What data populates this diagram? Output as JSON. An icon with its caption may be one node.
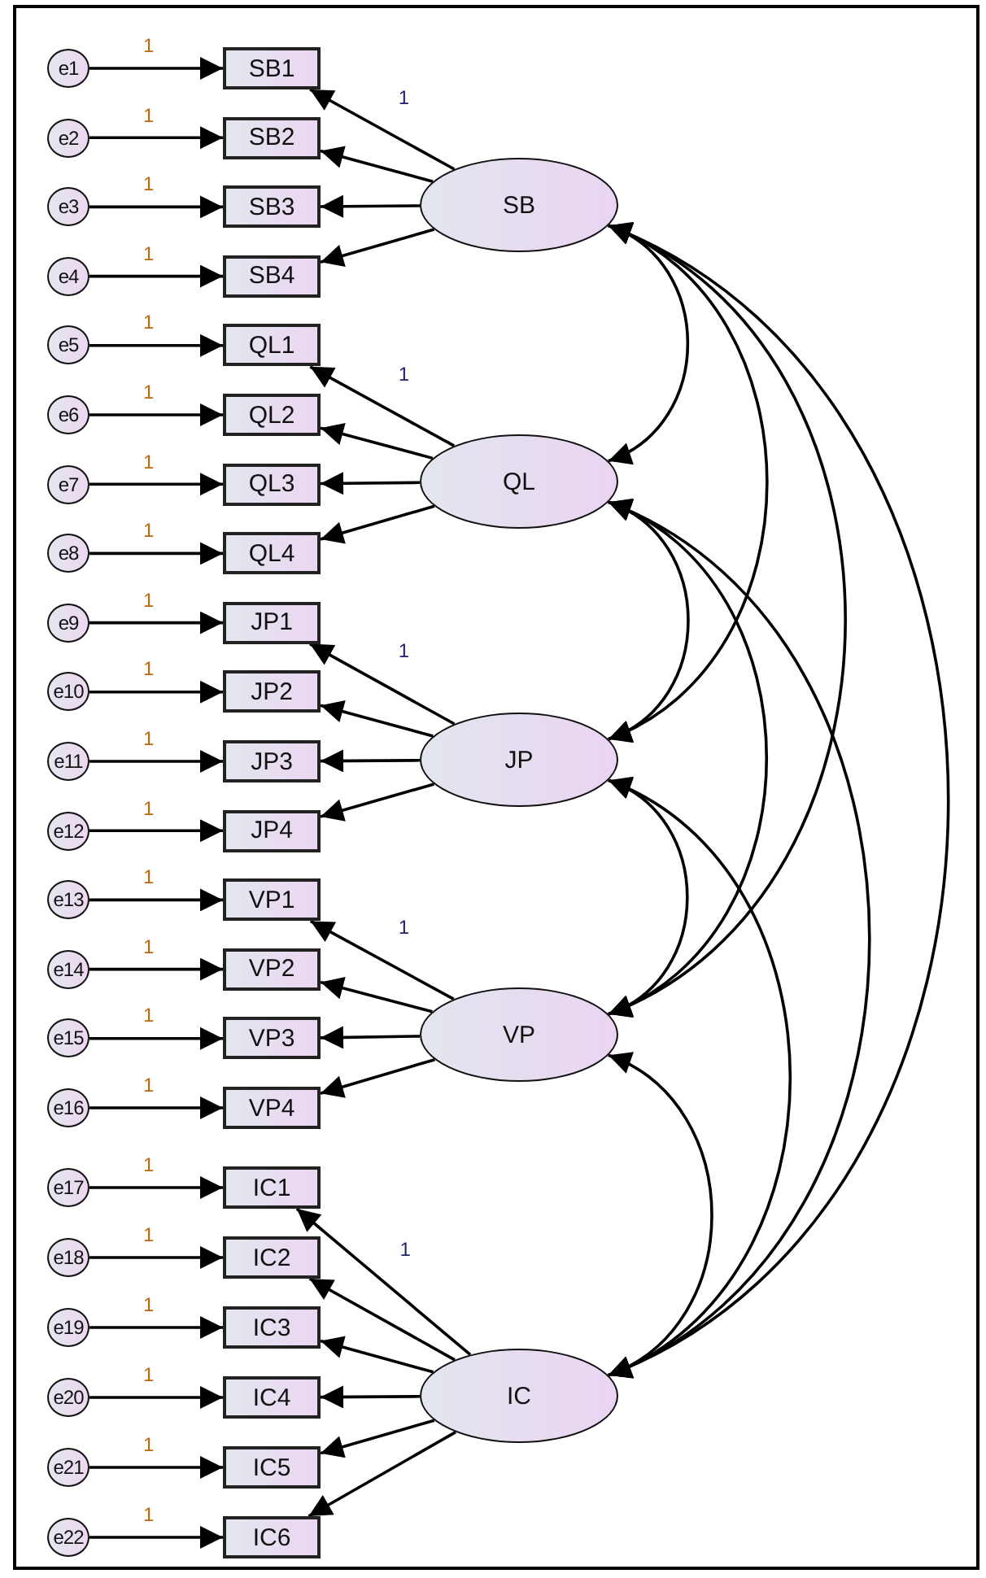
{
  "diagram": {
    "nodes": [
      {
        "text": [
          "e1"
        ]
      },
      {
        "text": [
          "e2"
        ]
      },
      {
        "text": [
          "e3"
        ]
      },
      {
        "text": [
          "e4"
        ]
      },
      {
        "text": [
          "e5"
        ]
      },
      {
        "text": [
          "e6"
        ]
      },
      {
        "text": [
          "e7"
        ]
      },
      {
        "text": [
          "e8"
        ]
      },
      {
        "text": [
          "e9"
        ]
      },
      {
        "text": [
          "e10"
        ]
      },
      {
        "text": [
          "e11"
        ]
      },
      {
        "text": [
          "e12"
        ]
      },
      {
        "text": [
          "e13"
        ]
      },
      {
        "text": [
          "e14"
        ]
      },
      {
        "text": [
          "e15"
        ]
      },
      {
        "text": [
          "e16"
        ]
      },
      {
        "text": [
          "e17"
        ]
      },
      {
        "text": [
          "e18"
        ]
      },
      {
        "text": [
          "e19"
        ]
      },
      {
        "text": [
          "e20"
        ]
      },
      {
        "text": [
          "e21"
        ]
      },
      {
        "text": [
          "e22"
        ]
      },
      {
        "text": [
          "SB1"
        ]
      },
      {
        "text": [
          "SB2"
        ]
      },
      {
        "text": [
          "SB3"
        ]
      },
      {
        "text": [
          "SB4"
        ]
      },
      {
        "text": [
          "QL1"
        ]
      },
      {
        "text": [
          "QL2"
        ]
      },
      {
        "text": [
          "QL3"
        ]
      },
      {
        "text": [
          "QL4"
        ]
      },
      {
        "text": [
          "JP1"
        ]
      },
      {
        "text": [
          "JP2"
        ]
      },
      {
        "text": [
          "JP3"
        ]
      },
      {
        "text": [
          "JP4"
        ]
      },
      {
        "text": [
          "VP1"
        ]
      },
      {
        "text": [
          "VP2"
        ]
      },
      {
        "text": [
          "VP3"
        ]
      },
      {
        "text": [
          "VP4"
        ]
      },
      {
        "text": [
          "IC1"
        ]
      },
      {
        "text": [
          "IC2"
        ]
      },
      {
        "text": [
          "IC3"
        ]
      },
      {
        "text": [
          "IC4"
        ]
      },
      {
        "text": [
          "IC5"
        ]
      },
      {
        "text": [
          "IC6"
        ]
      },
      {
        "text": [
          "SB"
        ]
      },
      {
        "text": [
          "QL"
        ]
      },
      {
        "text": [
          "JP"
        ]
      },
      {
        "text": [
          "VP"
        ]
      },
      {
        "text": [
          "IC"
        ]
      }
    ],
    "edges": [
      {
        "from": 0,
        "to": 22,
        "arrow": "to",
        "label": "1"
      },
      {
        "from": 1,
        "to": 23,
        "arrow": "to",
        "label": "1"
      },
      {
        "from": 2,
        "to": 24,
        "arrow": "to",
        "label": "1"
      },
      {
        "from": 3,
        "to": 25,
        "arrow": "to",
        "label": "1"
      },
      {
        "from": 4,
        "to": 26,
        "arrow": "to",
        "label": "1"
      },
      {
        "from": 5,
        "to": 27,
        "arrow": "to",
        "label": "1"
      },
      {
        "from": 6,
        "to": 28,
        "arrow": "to",
        "label": "1"
      },
      {
        "from": 7,
        "to": 29,
        "arrow": "to",
        "label": "1"
      },
      {
        "from": 8,
        "to": 30,
        "arrow": "to",
        "label": "1"
      },
      {
        "from": 9,
        "to": 31,
        "arrow": "to",
        "label": "1"
      },
      {
        "from": 10,
        "to": 32,
        "arrow": "to",
        "label": "1"
      },
      {
        "from": 11,
        "to": 33,
        "arrow": "to",
        "label": "1"
      },
      {
        "from": 12,
        "to": 34,
        "arrow": "to",
        "label": "1"
      },
      {
        "from": 13,
        "to": 35,
        "arrow": "to",
        "label": "1"
      },
      {
        "from": 14,
        "to": 36,
        "arrow": "to",
        "label": "1"
      },
      {
        "from": 15,
        "to": 37,
        "arrow": "to",
        "label": "1"
      },
      {
        "from": 16,
        "to": 38,
        "arrow": "to",
        "label": "1"
      },
      {
        "from": 17,
        "to": 39,
        "arrow": "to",
        "label": "1"
      },
      {
        "from": 18,
        "to": 40,
        "arrow": "to",
        "label": "1"
      },
      {
        "from": 19,
        "to": 41,
        "arrow": "to",
        "label": "1"
      },
      {
        "from": 20,
        "to": 42,
        "arrow": "to",
        "label": "1"
      },
      {
        "from": 21,
        "to": 43,
        "arrow": "to",
        "label": "1"
      },
      {
        "from": 44,
        "to": 22,
        "arrow": "to",
        "label": "1"
      },
      {
        "from": 44,
        "to": 23,
        "arrow": "to"
      },
      {
        "from": 44,
        "to": 24,
        "arrow": "to"
      },
      {
        "from": 44,
        "to": 25,
        "arrow": "to"
      },
      {
        "from": 45,
        "to": 26,
        "arrow": "to",
        "label": "1"
      },
      {
        "from": 45,
        "to": 27,
        "arrow": "to"
      },
      {
        "from": 45,
        "to": 28,
        "arrow": "to"
      },
      {
        "from": 45,
        "to": 29,
        "arrow": "to"
      },
      {
        "from": 46,
        "to": 30,
        "arrow": "to",
        "label": "1"
      },
      {
        "from": 46,
        "to": 31,
        "arrow": "to"
      },
      {
        "from": 46,
        "to": 32,
        "arrow": "to"
      },
      {
        "from": 46,
        "to": 33,
        "arrow": "to"
      },
      {
        "from": 47,
        "to": 34,
        "arrow": "to",
        "label": "1"
      },
      {
        "from": 47,
        "to": 35,
        "arrow": "to"
      },
      {
        "from": 47,
        "to": 36,
        "arrow": "to"
      },
      {
        "from": 47,
        "to": 37,
        "arrow": "to"
      },
      {
        "from": 48,
        "to": 38,
        "arrow": "to",
        "label": "1"
      },
      {
        "from": 48,
        "to": 39,
        "arrow": "to"
      },
      {
        "from": 48,
        "to": 40,
        "arrow": "to"
      },
      {
        "from": 48,
        "to": 41,
        "arrow": "to"
      },
      {
        "from": 48,
        "to": 42,
        "arrow": "to"
      },
      {
        "from": 48,
        "to": 43,
        "arrow": "to"
      },
      {
        "from": 44,
        "to": 45,
        "arrow": "both"
      },
      {
        "from": 44,
        "to": 46,
        "arrow": "both"
      },
      {
        "from": 44,
        "to": 47,
        "arrow": "both"
      },
      {
        "from": 44,
        "to": 48,
        "arrow": "both"
      },
      {
        "from": 45,
        "to": 46,
        "arrow": "both"
      },
      {
        "from": 45,
        "to": 47,
        "arrow": "both"
      },
      {
        "from": 45,
        "to": 48,
        "arrow": "both"
      },
      {
        "from": 46,
        "to": 47,
        "arrow": "both"
      },
      {
        "from": 46,
        "to": 48,
        "arrow": "both"
      },
      {
        "from": 47,
        "to": 48,
        "arrow": "both"
      }
    ]
  }
}
